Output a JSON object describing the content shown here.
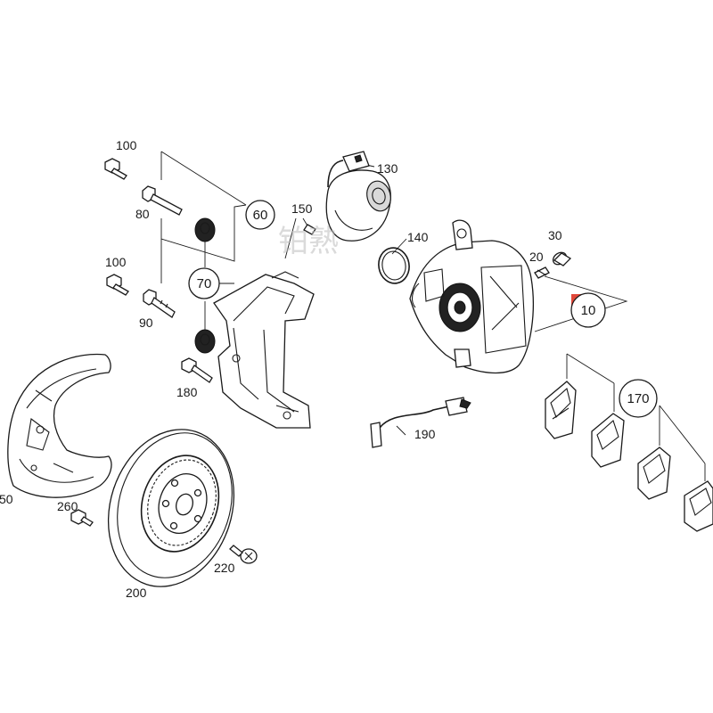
{
  "diagram": {
    "watermark": "铂熟",
    "highlight_color": "#e0483a",
    "callouts": [
      {
        "key": "p10",
        "text": "10"
      },
      {
        "key": "p20",
        "text": "20"
      },
      {
        "key": "p30",
        "text": "30"
      },
      {
        "key": "p50",
        "text": "50"
      },
      {
        "key": "p60",
        "text": "60"
      },
      {
        "key": "p70",
        "text": "70"
      },
      {
        "key": "p80",
        "text": "80"
      },
      {
        "key": "p90",
        "text": "90"
      },
      {
        "key": "p100a",
        "text": "100"
      },
      {
        "key": "p100b",
        "text": "100"
      },
      {
        "key": "p130",
        "text": "130"
      },
      {
        "key": "p140",
        "text": "140"
      },
      {
        "key": "p150",
        "text": "150"
      },
      {
        "key": "p170",
        "text": "170"
      },
      {
        "key": "p180",
        "text": "180"
      },
      {
        "key": "p190",
        "text": "190"
      },
      {
        "key": "p200",
        "text": "200"
      },
      {
        "key": "p220",
        "text": "220"
      },
      {
        "key": "p260",
        "text": "260"
      }
    ]
  }
}
